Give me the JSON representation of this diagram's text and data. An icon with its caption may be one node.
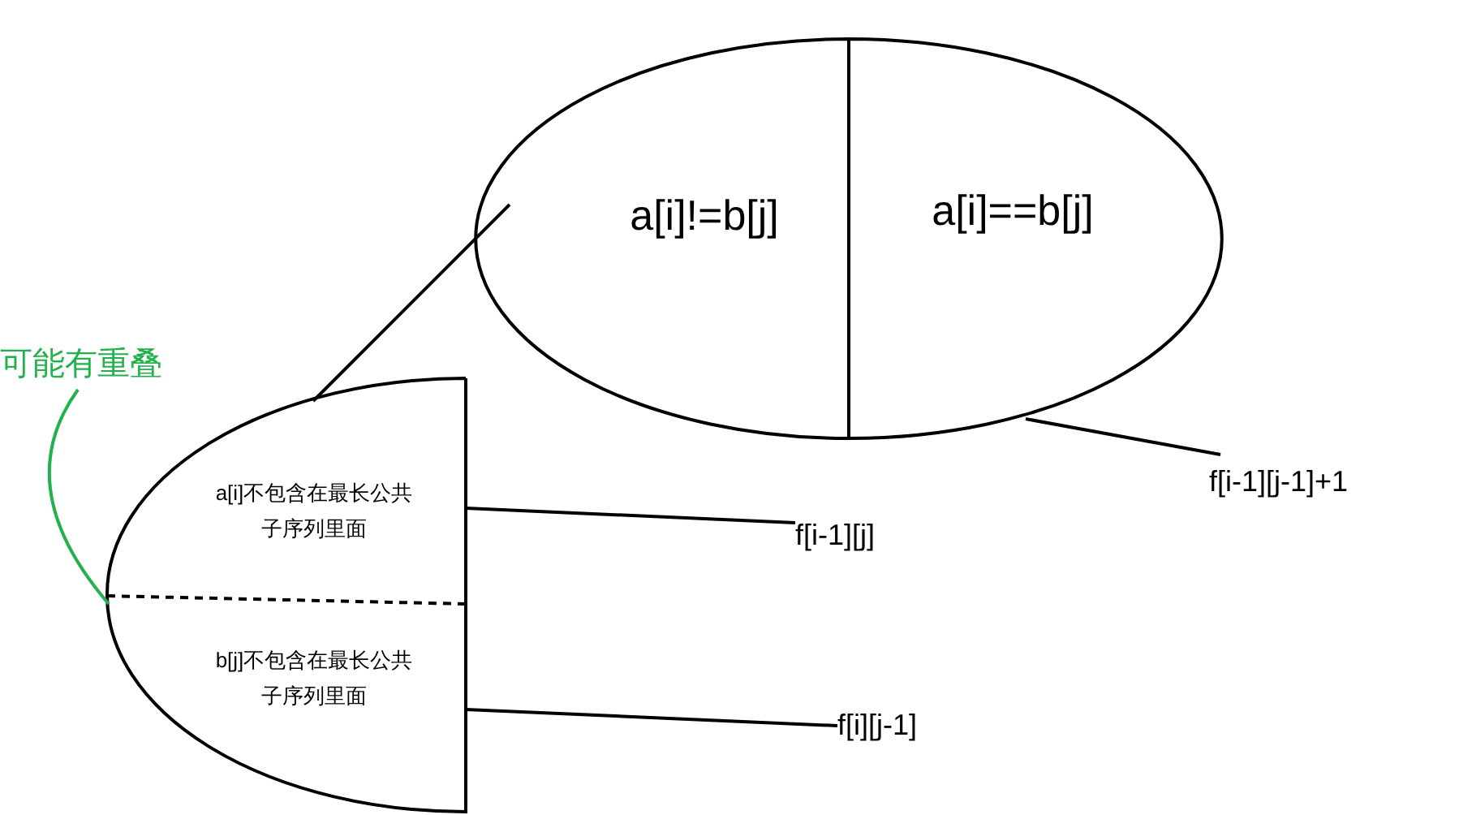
{
  "diagram": {
    "nodes": [
      {
        "text": [
          "a[i]!=b[j]"
        ]
      },
      {
        "text": [
          "a[i]==b[j]"
        ]
      },
      {
        "text": [
          "a[i]不包含在最长公共子序列里面"
        ]
      },
      {
        "text": [
          "b[j]不包含在最长公共子序列里面"
        ]
      },
      {
        "text": [
          "f[i-1][j]"
        ]
      },
      {
        "text": [
          "f[i][j-1]"
        ]
      },
      {
        "text": [
          "f[i-1][j-1]+1"
        ]
      },
      {
        "text": [
          "可能有重叠"
        ]
      }
    ],
    "edges": [
      {
        "from": 0,
        "to": 2,
        "arrow": "none"
      },
      {
        "from": 1,
        "to": 6,
        "arrow": "none"
      },
      {
        "from": 2,
        "to": 4,
        "arrow": "none"
      },
      {
        "from": 3,
        "to": 5,
        "arrow": "none"
      },
      {
        "from": 7,
        "to": 3,
        "arrow": "none",
        "color": "#22b14c"
      }
    ]
  }
}
